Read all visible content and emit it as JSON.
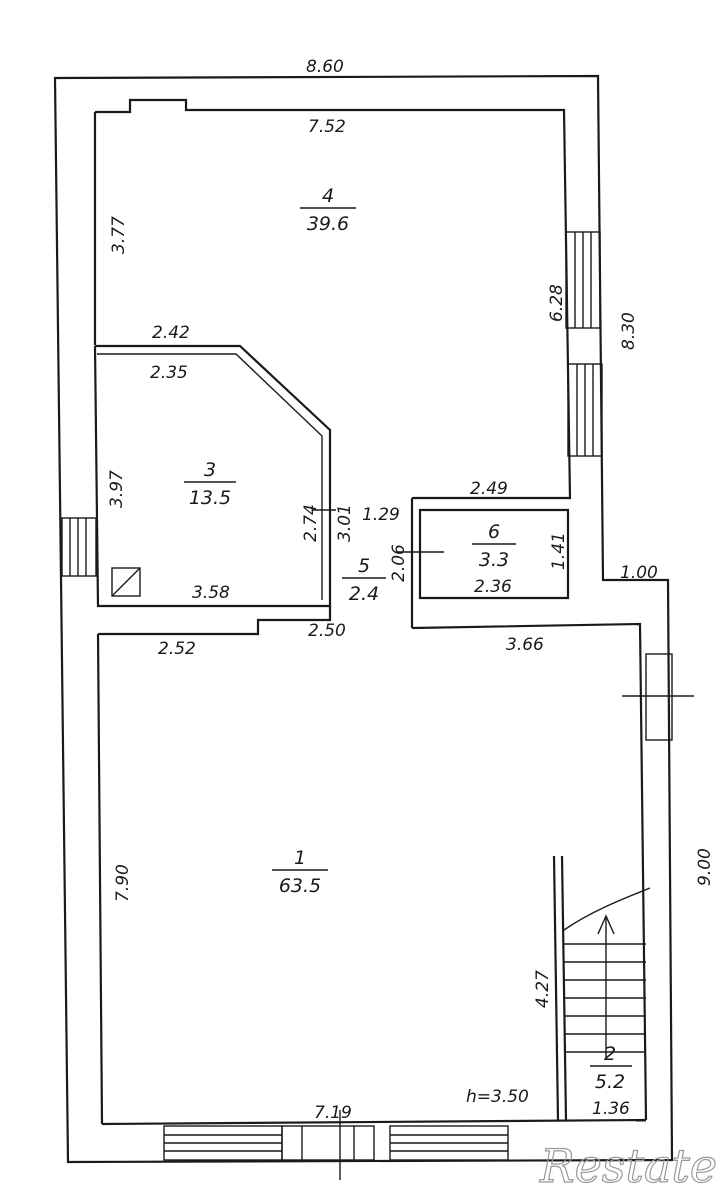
{
  "dimensions": {
    "outer_top": "8.60",
    "room4_top": "7.52",
    "room4_left": "3.77",
    "room4_right": "6.28",
    "outer_right_upper": "8.30",
    "room3_top_outer": "2.42",
    "room3_top_inner": "2.35",
    "room3_left": "3.97",
    "room3_bottom": "3.58",
    "room3_right": "2.74",
    "corridor_width": "3.01",
    "corridor_span": "1.29",
    "room6_top": "2.49",
    "room6_left": "2.06",
    "room6_right": "1.41",
    "room6_bottom": "2.36",
    "step_width": "1.00",
    "hall_top_left": "2.52",
    "hall_top_mid": "2.50",
    "hall_top_right": "3.66",
    "hall_left": "7.90",
    "outer_right_lower": "9.00",
    "stair_length": "4.27",
    "hall_bottom": "7.19",
    "ceiling_height": "h=3.50",
    "stair_width": "1.36"
  },
  "rooms": [
    {
      "number": "4",
      "area": "39.6"
    },
    {
      "number": "3",
      "area": "13.5"
    },
    {
      "number": "5",
      "area": "2.4"
    },
    {
      "number": "6",
      "area": "3.3"
    },
    {
      "number": "1",
      "area": "63.5"
    },
    {
      "number": "2",
      "area": "5.2"
    }
  ],
  "watermark": "Restate"
}
